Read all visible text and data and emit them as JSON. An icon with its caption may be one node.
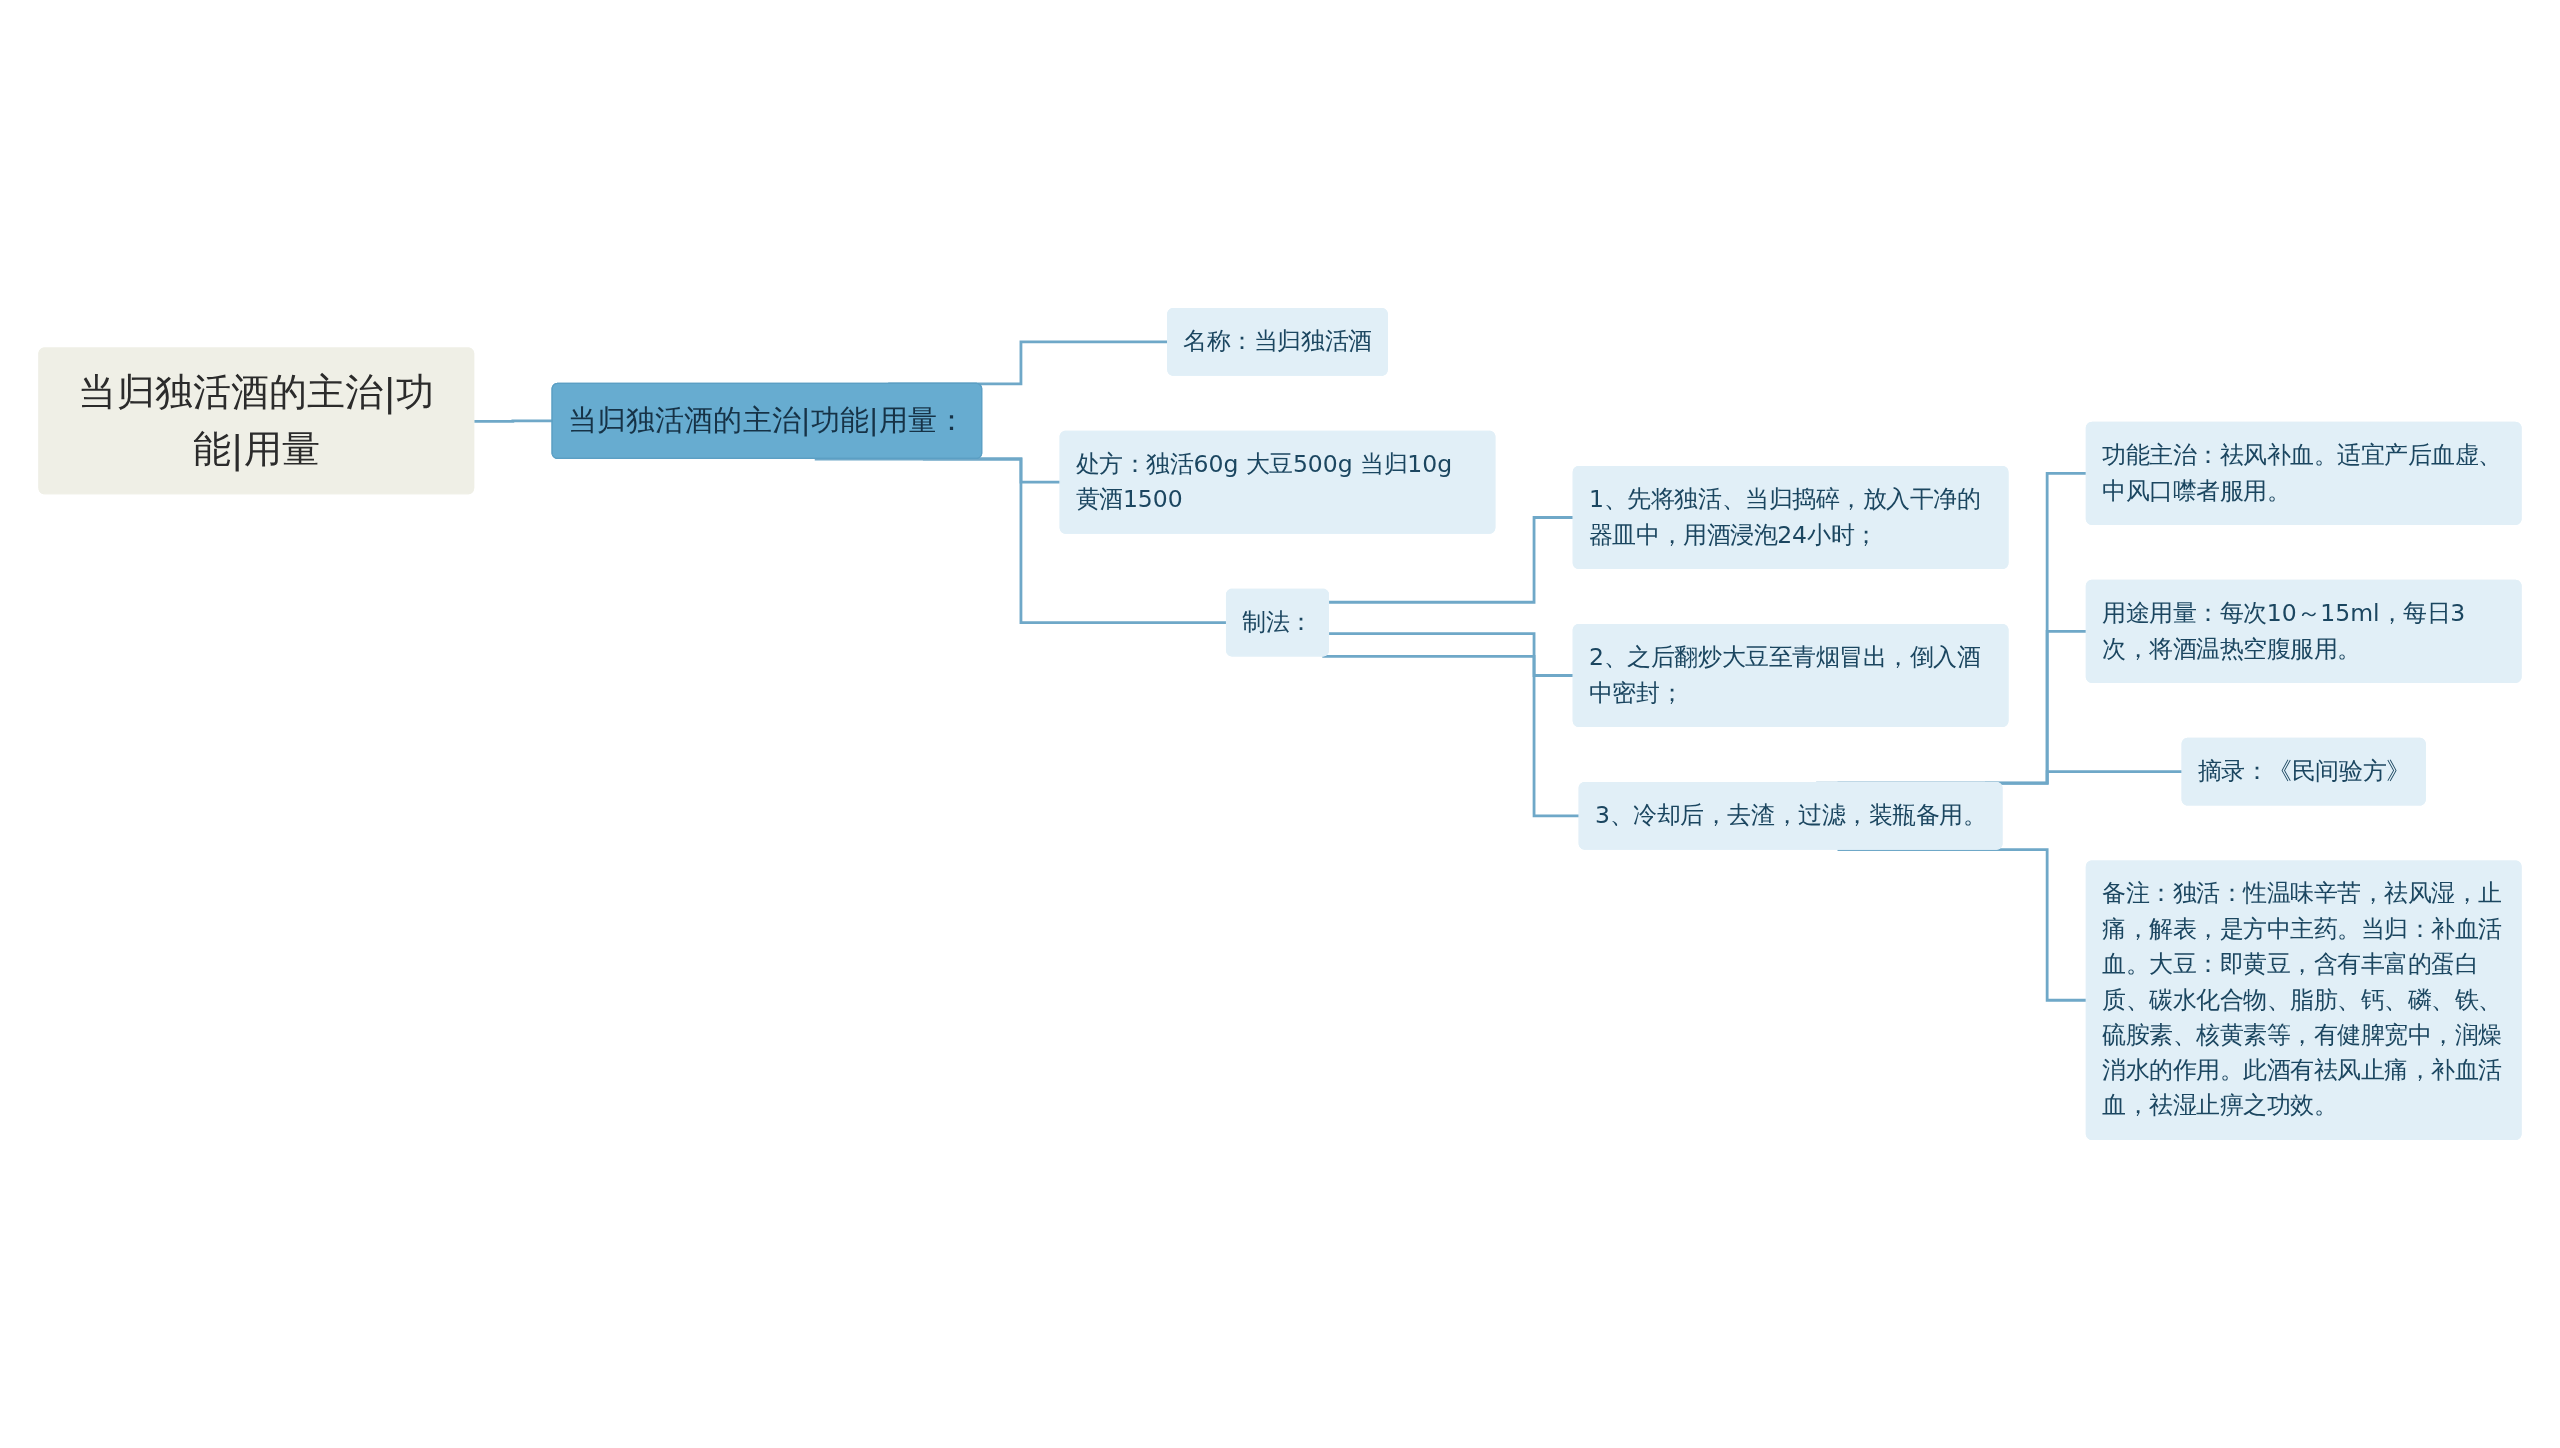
{
  "diagram": {
    "nodes": [
      {
        "text": [
          "当归独活酒的主治|功能|用量"
        ]
      },
      {
        "text": [
          "当归独活酒的主治|功能|用量："
        ]
      },
      {
        "text": [
          "名称：当归独活酒"
        ]
      },
      {
        "text": [
          "处方：独活60g 大豆500g 当归10g 黄酒1500"
        ]
      },
      {
        "text": [
          "制法："
        ]
      },
      {
        "text": [
          "1、先将独活、当归捣碎，放入干净的器皿中，用酒浸泡24小时；"
        ]
      },
      {
        "text": [
          "2、之后翻炒大豆至青烟冒出，倒入酒中密封；"
        ]
      },
      {
        "text": [
          "3、冷却后，去渣，过滤，装瓶备用。"
        ]
      },
      {
        "text": [
          "功能主治：祛风补血。适宜产后血虚、中风口噤者服用。"
        ]
      },
      {
        "text": [
          "用途用量：每次10～15ml，每日3次，将酒温热空腹服用。"
        ]
      },
      {
        "text": [
          "摘录：《民间验方》"
        ]
      },
      {
        "text": [
          "备注：独活：性温味辛苦，祛风湿，止痛，解表，是方中主药。当归：补血活血。大豆：即黄豆，含有丰富的蛋白质、碳水化合物、脂肪、钙、磷、铁、硫胺素、核黄素等，有健脾宽中，润燥消水的作用。此酒有祛风止痛，补血活血，祛湿止痹之功效。"
        ]
      }
    ],
    "edges": [
      {
        "from": 0,
        "to": 1,
        "arrow": "none"
      },
      {
        "from": 1,
        "to": 2,
        "arrow": "none"
      },
      {
        "from": 1,
        "to": 3,
        "arrow": "none"
      },
      {
        "from": 1,
        "to": 4,
        "arrow": "none"
      },
      {
        "from": 4,
        "to": 5,
        "arrow": "none"
      },
      {
        "from": 4,
        "to": 6,
        "arrow": "none"
      },
      {
        "from": 4,
        "to": 7,
        "arrow": "none"
      },
      {
        "from": 7,
        "to": 8,
        "arrow": "none"
      },
      {
        "from": 7,
        "to": 9,
        "arrow": "none"
      },
      {
        "from": 7,
        "to": 10,
        "arrow": "none"
      },
      {
        "from": 7,
        "to": 11,
        "arrow": "none"
      }
    ]
  }
}
